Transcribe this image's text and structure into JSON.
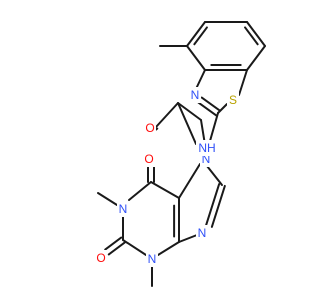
{
  "colors": {
    "bond": "#1a1a1a",
    "N": "#3050f8",
    "O": "#ff0d0d",
    "S": "#b8a200",
    "H": "#3050f8"
  },
  "molecule": {
    "atoms": [
      {
        "id": "n1",
        "label": "N",
        "element": "N"
      },
      {
        "id": "n3",
        "label": "N",
        "element": "N"
      },
      {
        "id": "n7",
        "label": "N",
        "element": "N"
      },
      {
        "id": "n9",
        "label": "N",
        "element": "N"
      },
      {
        "id": "o2",
        "label": "O",
        "element": "O"
      },
      {
        "id": "o6",
        "label": "O",
        "element": "O"
      },
      {
        "id": "oa",
        "label": "O",
        "element": "O"
      },
      {
        "id": "nh",
        "label": "NH",
        "element": "N"
      },
      {
        "id": "nb",
        "label": "N",
        "element": "N"
      },
      {
        "id": "sb",
        "label": "S",
        "element": "S"
      }
    ]
  }
}
